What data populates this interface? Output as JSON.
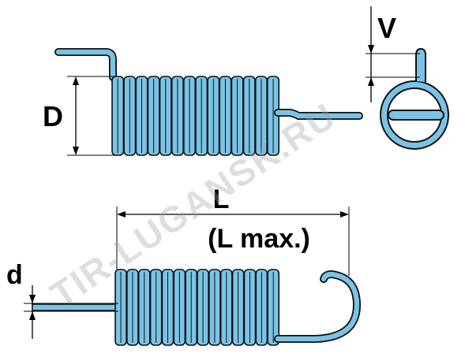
{
  "labels": {
    "outer_diameter": "D",
    "hook_offset": "V",
    "length": "L",
    "length_max": "(L max.)",
    "wire_diameter": "d"
  },
  "watermark": "TIR-LUGANSK.RU",
  "colors": {
    "spring_fill": "#79c3e6",
    "spring_stroke": "#111111",
    "dimension_line": "#000000",
    "background": "#ffffff"
  },
  "coil_counts": {
    "top_spring": 14,
    "bottom_spring": 14
  }
}
